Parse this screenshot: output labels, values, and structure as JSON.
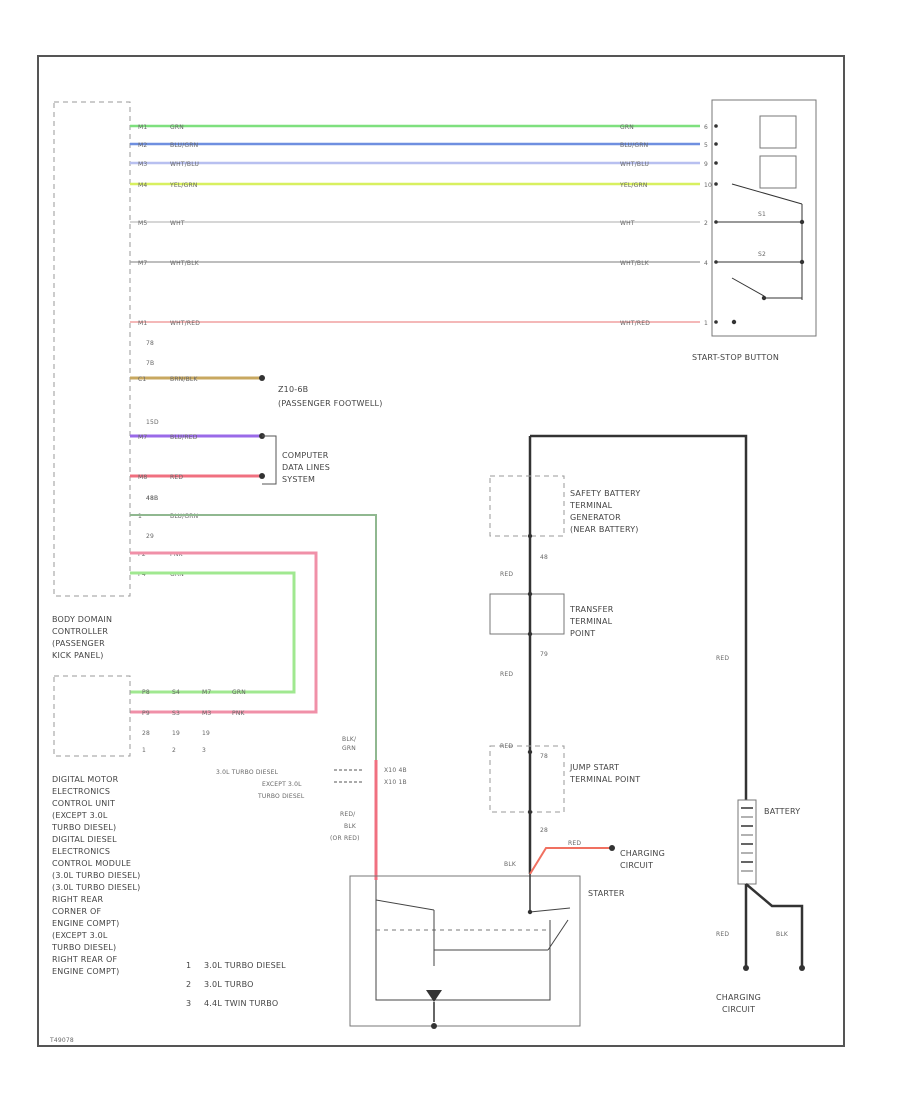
{
  "diagram": {
    "corner_code": "T49078",
    "start_stop_button": {
      "label": "START-STOP BUTTON",
      "wires": [
        {
          "pin_left": "M1",
          "color_left": "GRN",
          "color_right": "GRN",
          "pin_right": "6",
          "stroke": "#7ee07e"
        },
        {
          "pin_left": "M2",
          "color_left": "BLU/GRN",
          "color_right": "BLU/GRN",
          "pin_right": "5",
          "stroke": "#6f8fe0"
        },
        {
          "pin_left": "M3",
          "color_left": "WHT/BLU",
          "color_right": "WHT/BLU",
          "pin_right": "9",
          "stroke": "#b8c0f0"
        },
        {
          "pin_left": "M4",
          "color_left": "YEL/GRN",
          "color_right": "YEL/GRN",
          "pin_right": "10",
          "stroke": "#d8f060"
        },
        {
          "pin_left": "M5",
          "color_left": "WHT",
          "color_right": "WHT",
          "pin_right": "2",
          "stroke": "#c8c8c8"
        },
        {
          "pin_left": "M7",
          "color_left": "WHT/BLK",
          "color_right": "WHT/BLK",
          "pin_right": "4",
          "stroke": "#a8a8a8"
        },
        {
          "pin_left": "M1",
          "color_left": "WHT/RED",
          "color_right": "WHT/RED",
          "pin_right": "1",
          "stroke": "#f0a0a0"
        }
      ],
      "switch_labels": [
        "S1",
        "S2"
      ]
    },
    "bdc_wires": [
      {
        "conn": "7B",
        "pin": "C1",
        "color": "BRN/BLK",
        "stroke": "#c8a860"
      },
      {
        "conn": "15D",
        "pin": "M7",
        "color": "BLU/RED",
        "stroke": "#9a6ae8"
      },
      {
        "conn": "",
        "pin": "M8",
        "color": "RED",
        "stroke": "#f07080"
      },
      {
        "conn": "48B",
        "pin": "1",
        "color": "BLU/GRN",
        "stroke": "#90b890"
      },
      {
        "conn": "29",
        "pin": "P2",
        "color": "PNK",
        "stroke": "#f090a8"
      },
      {
        "conn": "",
        "pin": "P4",
        "color": "GRN",
        "stroke": "#a0e890"
      }
    ],
    "g_label": {
      "code": "Z10-6B",
      "text": "(PASSENGER FOOTWELL)"
    },
    "computer_label": [
      "COMPUTER",
      "DATA LINES",
      "SYSTEM"
    ],
    "conn_after": "48B",
    "bdc_label": [
      "BODY DOMAIN",
      "CONTROLLER",
      "(PASSENGER",
      "KICK PANEL)"
    ],
    "dme_pins": {
      "row1": [
        "P8",
        "S4",
        "M7",
        "GRN"
      ],
      "row2": [
        "P9",
        "S3",
        "M3",
        "PNK"
      ],
      "row3": [
        "28",
        "19",
        "19"
      ],
      "row4": [
        "1",
        "2",
        "3"
      ]
    },
    "dme_label": [
      "DIGITAL MOTOR",
      "ELECTRONICS",
      "CONTROL UNIT",
      "(EXCEPT 3.0L",
      "TURBO DIESEL)",
      "DIGITAL DIESEL",
      "ELECTRONICS",
      "CONTROL MODULE",
      "(3.0L TURBO DIESEL)",
      "(3.0L TURBO DIESEL)",
      "RIGHT REAR",
      "CORNER OF",
      "ENGINE COMPT)",
      "(EXCEPT 3.0L",
      "TURBO DIESEL)",
      "RIGHT REAR OF",
      "ENGINE COMPT)"
    ],
    "legend": [
      {
        "num": "1",
        "text": "3.0L TURBO DIESEL"
      },
      {
        "num": "2",
        "text": "3.0L TURBO"
      },
      {
        "num": "3",
        "text": "4.4L TWIN TURBO"
      }
    ],
    "mid_labels": {
      "blk_grn": [
        "BLK/",
        "GRN"
      ],
      "turbo_diesel": "3.0L TURBO DIESEL",
      "except_line1": "EXCEPT 3.0L",
      "except_line2": "TURBO DIESEL",
      "x10_a": "X10 4B",
      "x10_b": "X10 1B",
      "red_blk": [
        "RED/",
        "BLK",
        "(OR RED)"
      ]
    },
    "safety_label": [
      "SAFETY BATTERY",
      "TERMINAL",
      "GENERATOR",
      "(NEAR BATTERY)"
    ],
    "transfer_label": [
      "TRANSFER",
      "TERMINAL",
      "POINT"
    ],
    "jump_label": [
      "JUMP START",
      "TERMINAL POINT"
    ],
    "nums": {
      "n48": "48",
      "n79": "79",
      "n28": "28",
      "n78": "78"
    },
    "wire_labels": {
      "red_left_a": "RED",
      "red_left_b": "RED",
      "red_right": "RED",
      "red_bottom_a": "RED",
      "red_bottom_b": "RED",
      "blk": "BLK",
      "blk2": "BLK"
    },
    "charging_label": [
      "CHARGING",
      "CIRCUIT"
    ],
    "starter_label": "STARTER",
    "battery_label": "BATTERY",
    "charging_bottom": [
      "CHARGING",
      "CIRCUIT"
    ],
    "red_wire_label": "RED"
  }
}
